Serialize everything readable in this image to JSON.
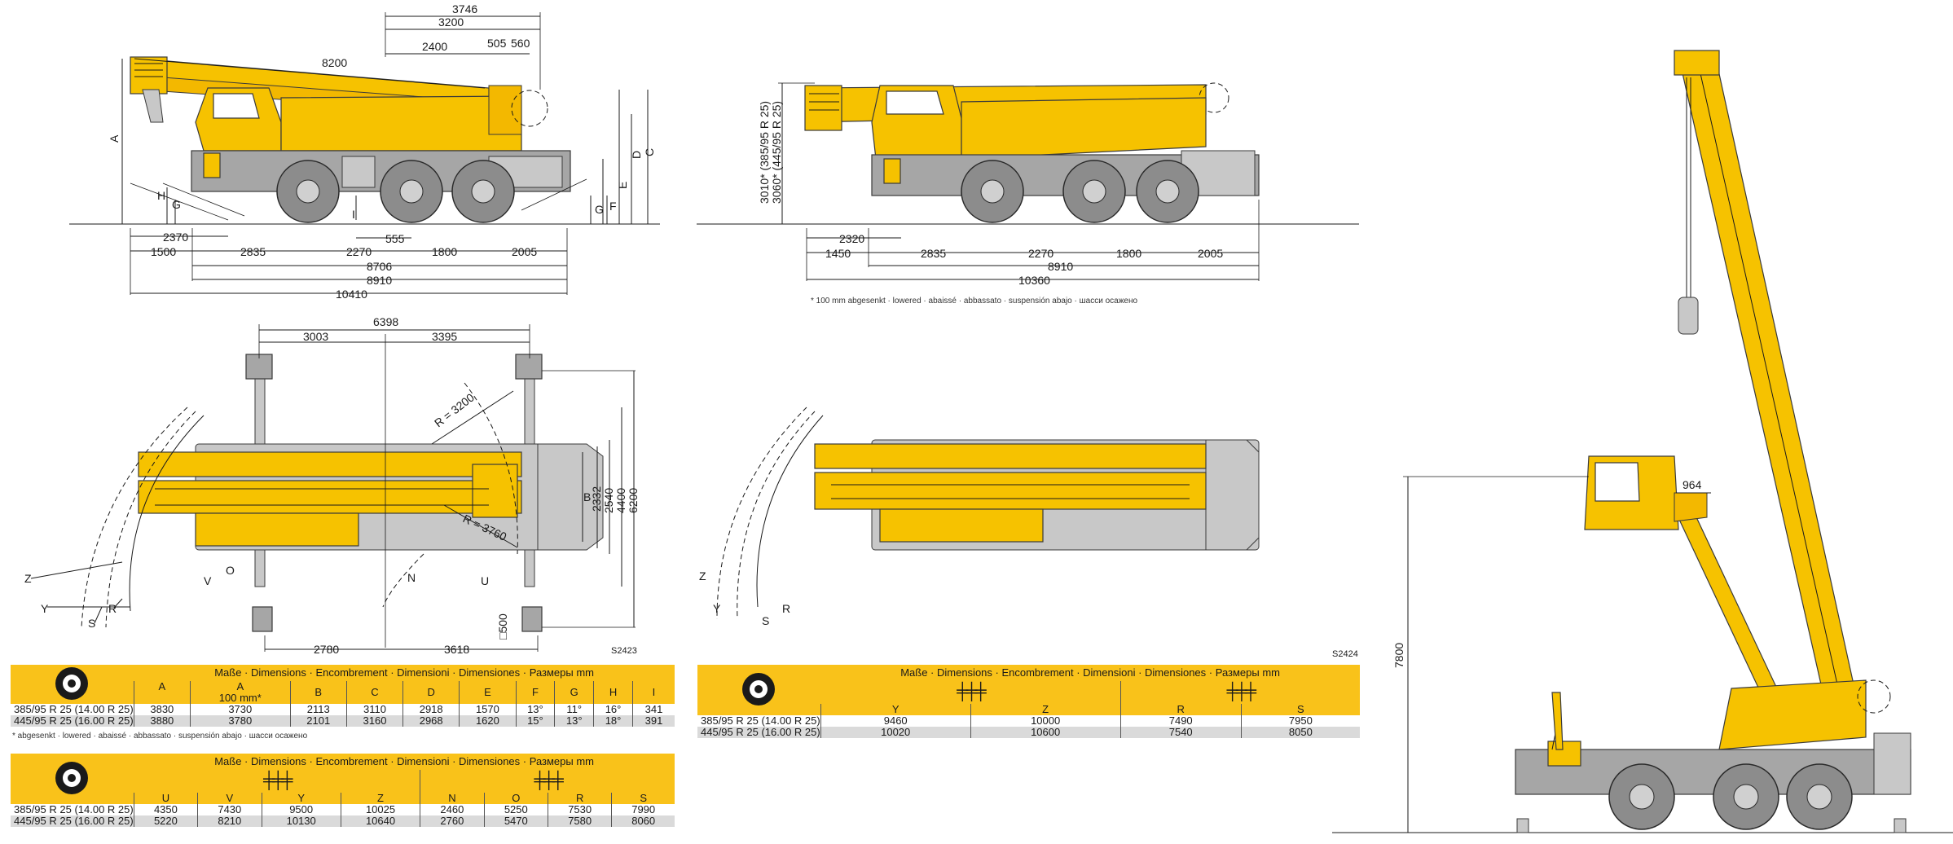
{
  "drawing1": {
    "heights": [
      "A",
      "H",
      "G",
      "I",
      "D",
      "C",
      "E",
      "F",
      "G"
    ],
    "top_dims": [
      "3746",
      "3200",
      "2400",
      "505",
      "560",
      "8200"
    ],
    "bottom_dims": [
      "2370",
      "1500",
      "2835",
      "2270",
      "555",
      "1800",
      "2005",
      "8706",
      "8910",
      "10410"
    ]
  },
  "drawing2": {
    "vertical": "3010* (385/95 R 25)",
    "vertical2": "3060* (445/95 R 25)",
    "bottom_dims": [
      "2320",
      "1450",
      "2835",
      "2270",
      "1800",
      "2005",
      "8910",
      "10360"
    ],
    "footnote": "* 100 mm abgesenkt · lowered · abaissé · abbassato · suspensión abajo · шасси осажено"
  },
  "drawing3": {
    "top_dims": [
      "6398",
      "3003",
      "3395"
    ],
    "radius1": "R = 3200",
    "radius2": "R = 3760",
    "side_dims": [
      "B",
      "2332",
      "2540",
      "4400",
      "6200"
    ],
    "letters": [
      "Z",
      "Y",
      "V",
      "S",
      "R",
      "O",
      "N",
      "U"
    ],
    "bottom_dims": [
      "2780",
      "3618"
    ],
    "d_label": "□500",
    "code": "S2423"
  },
  "drawing4": {
    "letters": [
      "Z",
      "Y",
      "S",
      "R"
    ],
    "code": "S2424"
  },
  "drawing5": {
    "dim_964": "964",
    "dim_7800": "7800"
  },
  "table1": {
    "title": "Maße · Dimensions · Encombrement · Dimensioni · Dimensiones · Размеры mm",
    "headers": [
      "A",
      "A",
      "B",
      "C",
      "D",
      "E",
      "F",
      "G",
      "H",
      "I"
    ],
    "subheader": "100 mm*",
    "rows": [
      {
        "label": "385/95 R 25 (14.00 R 25)",
        "values": [
          "3830",
          "3730",
          "2113",
          "3110",
          "2918",
          "1570",
          "13°",
          "11°",
          "16°",
          "341"
        ]
      },
      {
        "label": "445/95 R 25 (16.00 R 25)",
        "values": [
          "3880",
          "3780",
          "2101",
          "3160",
          "2968",
          "1620",
          "15°",
          "13°",
          "18°",
          "391"
        ]
      }
    ],
    "footnote": "* abgesenkt · lowered · abaissé · abbassato · suspensión abajo · шасси осажено"
  },
  "table2": {
    "title": "Maße · Dimensions · Encombrement · Dimensioni · Dimensiones · Размеры mm",
    "headers": [
      "U",
      "V",
      "Y",
      "Z",
      "N",
      "O",
      "R",
      "S"
    ],
    "rows": [
      {
        "label": "385/95 R 25 (14.00 R 25)",
        "values": [
          "4350",
          "7430",
          "9500",
          "10025",
          "2460",
          "5250",
          "7530",
          "7990"
        ]
      },
      {
        "label": "445/95 R 25 (16.00 R 25)",
        "values": [
          "5220",
          "8210",
          "10130",
          "10640",
          "2760",
          "5470",
          "7580",
          "8060"
        ]
      }
    ]
  },
  "table3": {
    "title": "Maße · Dimensions · Encombrement · Dimensioni · Dimensiones · Размеры mm",
    "headers": [
      "Y",
      "Z",
      "R",
      "S"
    ],
    "rows": [
      {
        "label": "385/95 R 25 (14.00 R 25)",
        "values": [
          "9460",
          "10000",
          "7490",
          "7950"
        ]
      },
      {
        "label": "445/95 R 25 (16.00 R 25)",
        "values": [
          "10020",
          "10600",
          "7540",
          "8050"
        ]
      }
    ]
  },
  "icons": {
    "tire": "tire-icon",
    "axle": "axle-steering-icon"
  },
  "colors": {
    "crane_yellow": "#f6c200",
    "table_yellow": "#f9c21a",
    "row_grey": "#dadada",
    "chassis_grey": "#a6a6a6"
  }
}
